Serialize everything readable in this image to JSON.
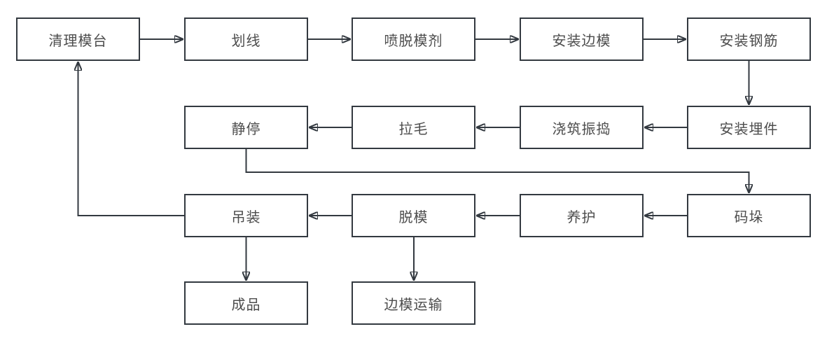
{
  "diagram": {
    "title": "precast-concrete-production-flowchart",
    "colors": {
      "background": "#ffffff",
      "box_border": "#333940",
      "box_fill": "#ffffff",
      "text": "#4d4d4d",
      "arrow": "#333940"
    },
    "nodes": [
      {
        "id": "clean-mold-table",
        "label": "清理模台"
      },
      {
        "id": "marking",
        "label": "划线"
      },
      {
        "id": "spray-release-agent",
        "label": "喷脱模剂"
      },
      {
        "id": "install-side-forms",
        "label": "安装边模"
      },
      {
        "id": "install-rebar",
        "label": "安装钢筋"
      },
      {
        "id": "resting",
        "label": "静停"
      },
      {
        "id": "roughening",
        "label": "拉毛"
      },
      {
        "id": "pour-and-vibrate",
        "label": "浇筑振捣"
      },
      {
        "id": "install-embedded-parts",
        "label": "安装埋件"
      },
      {
        "id": "hoisting",
        "label": "吊装"
      },
      {
        "id": "demolding",
        "label": "脱模"
      },
      {
        "id": "curing",
        "label": "养护"
      },
      {
        "id": "stacking",
        "label": "码垛"
      },
      {
        "id": "finished-product",
        "label": "成品"
      },
      {
        "id": "side-form-transport",
        "label": "边模运输"
      }
    ],
    "edges": [
      {
        "from": "clean-mold-table",
        "to": "marking"
      },
      {
        "from": "marking",
        "to": "spray-release-agent"
      },
      {
        "from": "spray-release-agent",
        "to": "install-side-forms"
      },
      {
        "from": "install-side-forms",
        "to": "install-rebar"
      },
      {
        "from": "install-rebar",
        "to": "install-embedded-parts"
      },
      {
        "from": "install-embedded-parts",
        "to": "pour-and-vibrate"
      },
      {
        "from": "pour-and-vibrate",
        "to": "roughening"
      },
      {
        "from": "roughening",
        "to": "resting"
      },
      {
        "from": "resting",
        "to": "stacking"
      },
      {
        "from": "stacking",
        "to": "curing"
      },
      {
        "from": "curing",
        "to": "demolding"
      },
      {
        "from": "demolding",
        "to": "hoisting"
      },
      {
        "from": "hoisting",
        "to": "clean-mold-table"
      },
      {
        "from": "hoisting",
        "to": "finished-product"
      },
      {
        "from": "demolding",
        "to": "side-form-transport"
      }
    ]
  }
}
